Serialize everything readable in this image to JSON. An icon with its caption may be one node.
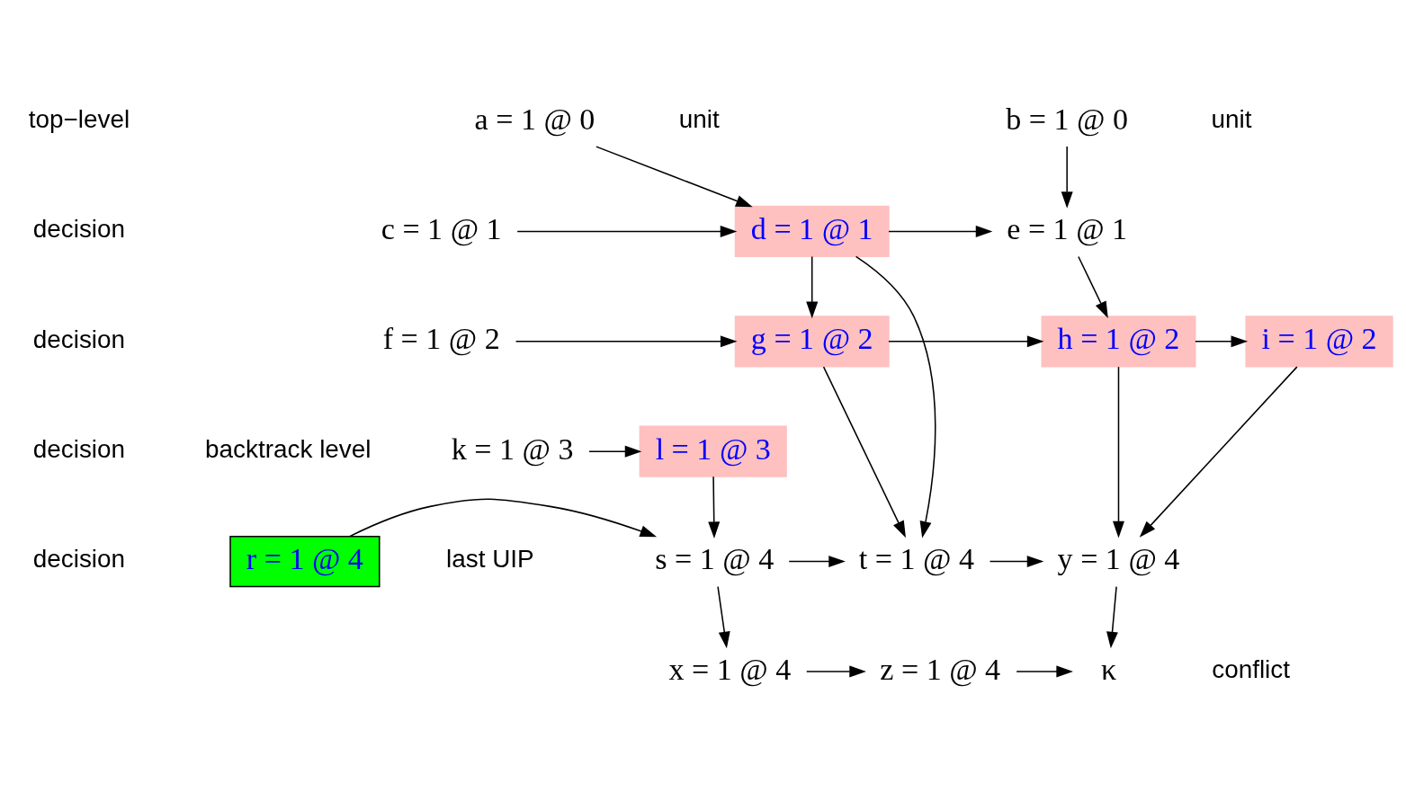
{
  "diagram": {
    "nodes": [
      {
        "text": [
          "a = 1 @ 0"
        ],
        "beside": [
          "unit"
        ]
      },
      {
        "text": [
          "b = 1 @ 0"
        ],
        "beside": [
          "unit"
        ]
      },
      {
        "text": [
          "c = 1 @ 1"
        ]
      },
      {
        "text": [
          "d = 1 @ 1"
        ]
      },
      {
        "text": [
          "e = 1 @ 1"
        ]
      },
      {
        "text": [
          "f = 1 @ 2"
        ]
      },
      {
        "text": [
          "g = 1 @ 2"
        ]
      },
      {
        "text": [
          "h = 1 @ 2"
        ]
      },
      {
        "text": [
          "i = 1 @ 2"
        ]
      },
      {
        "text": [
          "k = 1 @ 3"
        ]
      },
      {
        "text": [
          "l = 1 @ 3"
        ]
      },
      {
        "text": [
          "r = 1 @ 4"
        ],
        "beside": [
          "last UIP"
        ]
      },
      {
        "text": [
          "s = 1 @ 4"
        ]
      },
      {
        "text": [
          "t = 1 @ 4"
        ]
      },
      {
        "text": [
          "y = 1 @ 4"
        ]
      },
      {
        "text": [
          "x = 1 @ 4"
        ]
      },
      {
        "text": [
          "z = 1 @ 4"
        ]
      },
      {
        "text": [
          "κ"
        ],
        "beside": [
          "conflict"
        ]
      }
    ],
    "edges": [
      {
        "from": 0,
        "to": 3,
        "arrow": "to"
      },
      {
        "from": 1,
        "to": 4,
        "arrow": "to"
      },
      {
        "from": 2,
        "to": 3,
        "arrow": "to"
      },
      {
        "from": 3,
        "to": 4,
        "arrow": "to"
      },
      {
        "from": 3,
        "to": 6,
        "arrow": "to"
      },
      {
        "from": 3,
        "to": 13,
        "arrow": "to"
      },
      {
        "from": 4,
        "to": 7,
        "arrow": "to"
      },
      {
        "from": 5,
        "to": 6,
        "arrow": "to"
      },
      {
        "from": 6,
        "to": 7,
        "arrow": "to"
      },
      {
        "from": 6,
        "to": 13,
        "arrow": "to"
      },
      {
        "from": 7,
        "to": 8,
        "arrow": "to"
      },
      {
        "from": 7,
        "to": 14,
        "arrow": "to"
      },
      {
        "from": 8,
        "to": 14,
        "arrow": "to"
      },
      {
        "from": 9,
        "to": 10,
        "arrow": "to"
      },
      {
        "from": 10,
        "to": 12,
        "arrow": "to"
      },
      {
        "from": 11,
        "to": 12,
        "arrow": "to"
      },
      {
        "from": 12,
        "to": 13,
        "arrow": "to"
      },
      {
        "from": 13,
        "to": 14,
        "arrow": "to"
      },
      {
        "from": 12,
        "to": 15,
        "arrow": "to"
      },
      {
        "from": 14,
        "to": 17,
        "arrow": "to"
      },
      {
        "from": 15,
        "to": 16,
        "arrow": "to"
      },
      {
        "from": 16,
        "to": 17,
        "arrow": "to"
      }
    ],
    "labels": [
      "top−level",
      "decision",
      "decision",
      "decision",
      "backtrack level",
      "decision"
    ]
  }
}
